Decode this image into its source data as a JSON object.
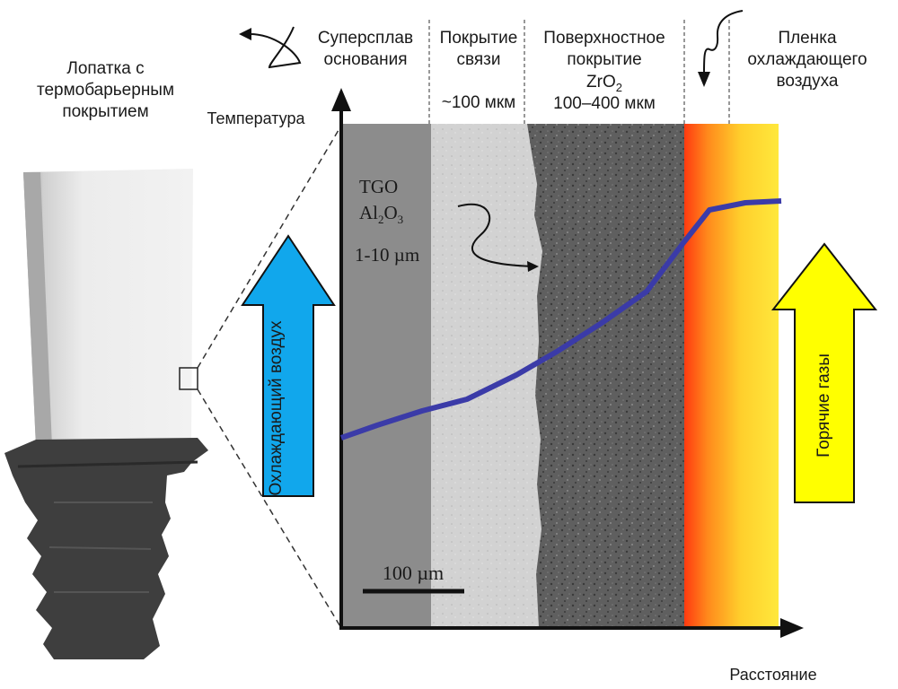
{
  "blade": {
    "caption": "Лопатка с термобарьерным покрытием"
  },
  "labels": {
    "temperature": "Температура",
    "distance": "Расстояние",
    "superalloy": "Суперсплав основания",
    "bond_coat": "Покрытие связи",
    "bond_thickness": "~100 мкм",
    "top_coat": "Поверхностное покрытие",
    "top_coat_material": "ZrO",
    "top_coat_subscript": "2",
    "top_coat_thickness": "100–400 мкм",
    "cooling_film": "Пленка охлаждающего воздуха"
  },
  "tgo": {
    "name": "TGO",
    "formula": "Al",
    "formula_sub1": "2",
    "formula_mid": "O",
    "formula_sub2": "3",
    "thickness": "1-10 µm"
  },
  "scale_bar": "100 µm",
  "arrows": {
    "cooling_air": "Охлаждающий воздух",
    "hot_gases": "Горячие газы"
  },
  "colors": {
    "cooling_arrow": "#11a7ec",
    "hot_arrow": "#ffff00",
    "temperature_curve": "#3b3ba8",
    "superalloy_layer": "#8c8c8c",
    "bond_layer": "#c9c9c9",
    "top_coat_layer": "#5f5f5f",
    "gas_gradient_start": "#ff3a10",
    "gas_gradient_end": "#ffe83c"
  }
}
